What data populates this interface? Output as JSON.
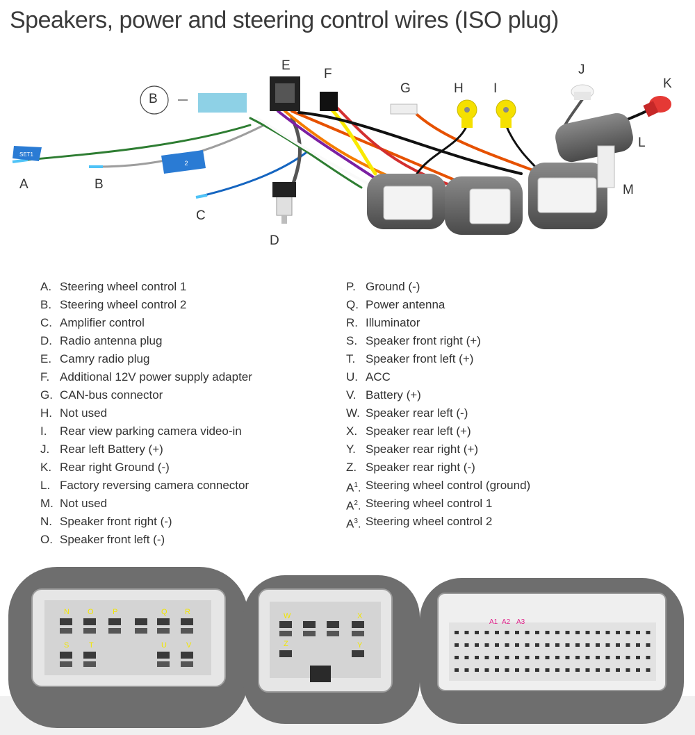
{
  "title": "Speakers, power and steering control wires (ISO plug)",
  "diagram_labels": {
    "A": "A",
    "B": "B",
    "B_circle": "B",
    "C": "C",
    "D": "D",
    "E": "E",
    "F": "F",
    "G": "G",
    "H": "H",
    "I": "I",
    "J": "J",
    "K": "K",
    "L": "L",
    "M": "M"
  },
  "tag_texts": {
    "tag_a": "SET1",
    "tag_b": "2"
  },
  "legend_left": [
    {
      "key": "A.",
      "text": "Steering wheel control 1"
    },
    {
      "key": "B.",
      "text": "Steering wheel control 2"
    },
    {
      "key": "C.",
      "text": "Amplifier control"
    },
    {
      "key": "D.",
      "text": "Radio antenna plug"
    },
    {
      "key": "E.",
      "text": "Camry radio plug"
    },
    {
      "key": "F.",
      "text": "Additional 12V power supply adapter"
    },
    {
      "key": "G.",
      "text": "CAN-bus connector"
    },
    {
      "key": "H.",
      "text": "Not used"
    },
    {
      "key": "I.",
      "text": "Rear view parking camera video-in"
    },
    {
      "key": "J.",
      "text": "Rear left Battery (+)"
    },
    {
      "key": "K.",
      "text": "Rear right Ground (-)"
    },
    {
      "key": "L.",
      "text": "Factory reversing camera connector"
    },
    {
      "key": "M.",
      "text": "Not used"
    },
    {
      "key": "N.",
      "text": "Speaker front right (-)"
    },
    {
      "key": "O.",
      "text": "Speaker front left (-)"
    }
  ],
  "legend_right": [
    {
      "key": "P.",
      "text": "Ground (-)"
    },
    {
      "key": "Q.",
      "text": "Power antenna"
    },
    {
      "key": "R.",
      "text": "Illuminator"
    },
    {
      "key": "S.",
      "text": "Speaker front right (+)"
    },
    {
      "key": "T.",
      "text": "Speaker front left (+)"
    },
    {
      "key": "U.",
      "text": "ACC"
    },
    {
      "key": "V.",
      "text": "Battery (+)"
    },
    {
      "key": "W.",
      "text": "Speaker rear left (-)"
    },
    {
      "key": "X.",
      "text": "Speaker rear left (+)"
    },
    {
      "key": "Y.",
      "text": "Speaker rear right (+)"
    },
    {
      "key": "Z.",
      "text": "Speaker rear right (-)"
    },
    {
      "key": "A",
      "sup": "1",
      "dot": ".",
      "text": "Steering wheel control (ground)"
    },
    {
      "key": "A",
      "sup": "2",
      "dot": ".",
      "text": "Steering wheel control 1"
    },
    {
      "key": "A",
      "sup": "3",
      "dot": ".",
      "text": "Steering wheel control 2"
    }
  ],
  "pin_labels": {
    "N": "N",
    "O": "O",
    "P": "P",
    "Q": "Q",
    "R": "R",
    "S": "S",
    "T": "T",
    "U": "U",
    "V": "V",
    "W": "W",
    "X": "X",
    "Z": "Z",
    "Y": "Y",
    "A1": "A1",
    "A2": "A2",
    "A3": "A3"
  },
  "colors": {
    "pin_label": "#f2e600",
    "pin_label_alt": "#e0218a",
    "foam": "#6b6b6b",
    "plug_white": "#e8e8e8",
    "tag_blue": "#2a7bd4"
  }
}
